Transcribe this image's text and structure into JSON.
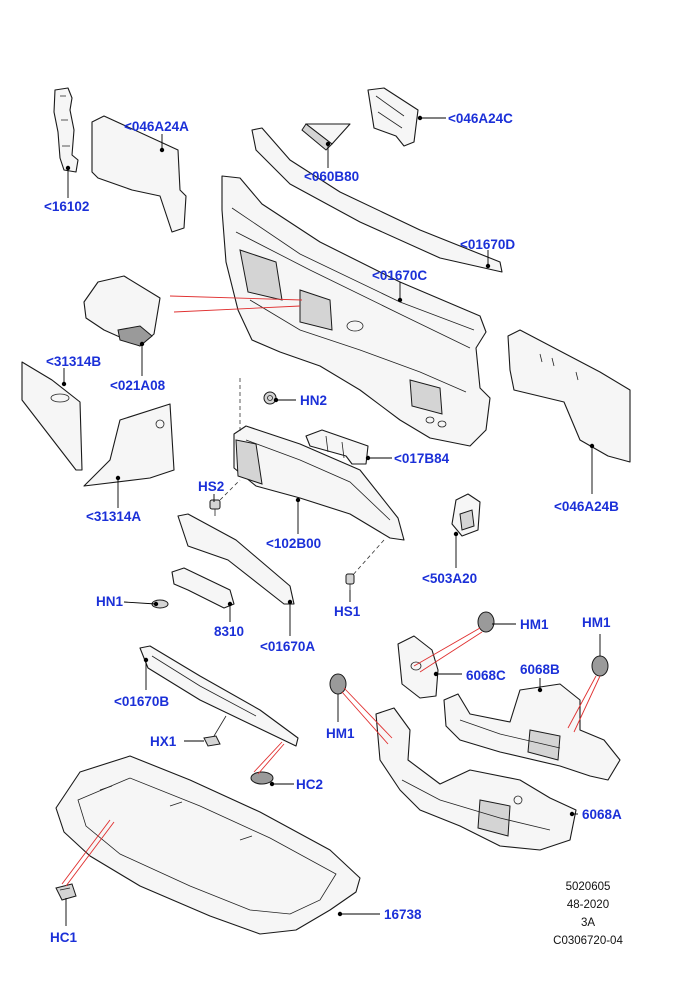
{
  "callouts": {
    "p16102": "<16102",
    "p046A24A": "<046A24A",
    "p060B80": "<060B80",
    "p046A24C": "<046A24C",
    "p01670D": "<01670D",
    "p01670C": "<01670C",
    "p31314B": "<31314B",
    "p021A08": "<021A08",
    "pHN2": "HN2",
    "p017B84": "<017B84",
    "p046A24B": "<046A24B",
    "p31314A": "<31314A",
    "pHS2": "HS2",
    "p102B00": "<102B00",
    "p503A20": "<503A20",
    "pHN1": "HN1",
    "p8310": "8310",
    "p01670A": "<01670A",
    "pHS1": "HS1",
    "pHM1a": "HM1",
    "pHM1b": "HM1",
    "p6068C": "6068C",
    "p6068B": "6068B",
    "p01670B": "<01670B",
    "pHM1c": "HM1",
    "pHX1": "HX1",
    "pHC2": "HC2",
    "p6068A": "6068A",
    "p16738": "16738",
    "pHC1": "HC1"
  },
  "reference": {
    "line1": "5020605",
    "line2": "48-2020",
    "line3": "3A",
    "line4": "C0306720-04"
  },
  "colors": {
    "callout_text": "#1b30d8",
    "leader_highlight": "#e03030",
    "outline": "#1a1a1a"
  }
}
